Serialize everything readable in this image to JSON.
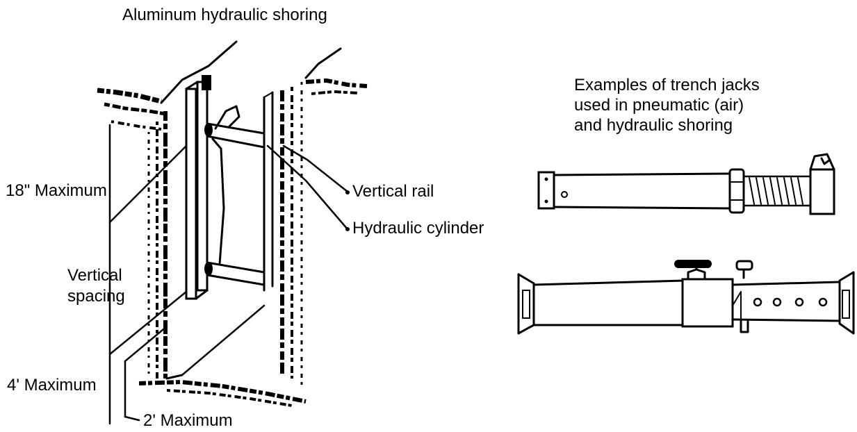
{
  "diagram": {
    "title": "Aluminum hydraulic shoring",
    "right_caption": [
      "Examples of trench jacks",
      "used in pneumatic (air)",
      "and hydraulic shoring"
    ],
    "callouts": {
      "vertical_rail": "Vertical rail",
      "hydraulic_cylinder": "Hydraulic cylinder",
      "max_18": "18\" Maximum",
      "vertical_spacing": [
        "Vertical",
        "spacing"
      ],
      "max_4": "4' Maximum",
      "max_2": "2' Maximum"
    }
  }
}
